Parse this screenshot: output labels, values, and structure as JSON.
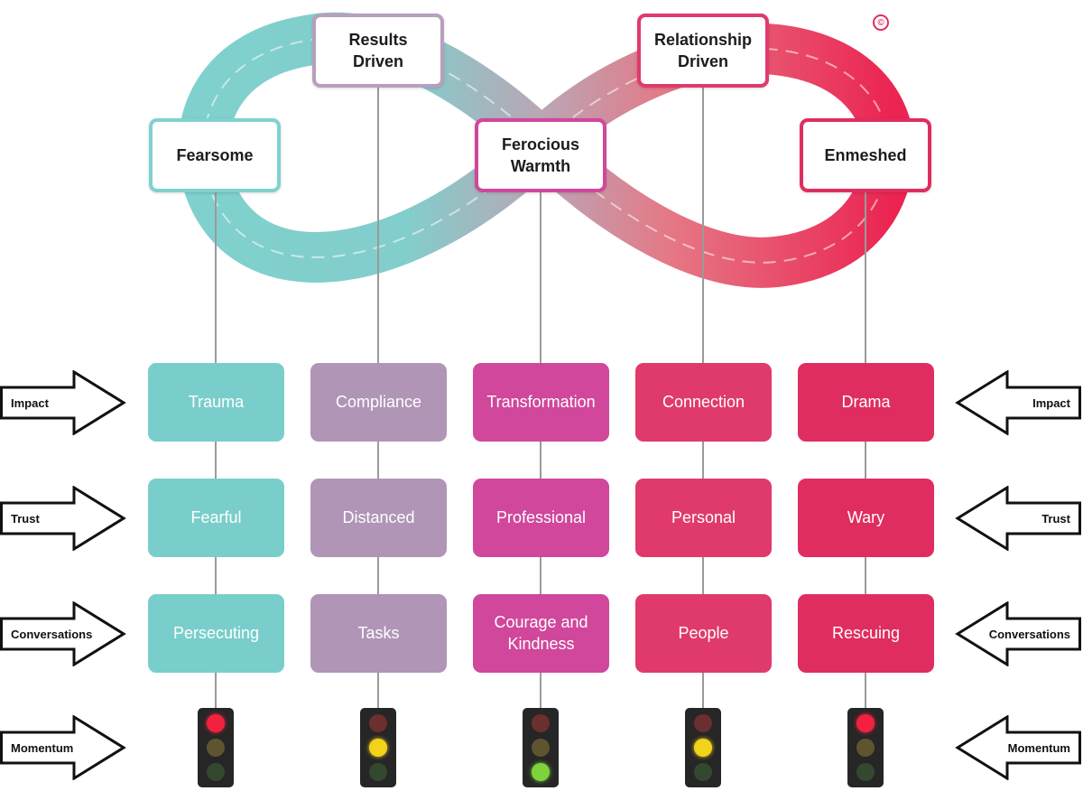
{
  "columns": [
    {
      "title": "Fearsome",
      "color": "#79cecb",
      "impact": "Trauma",
      "trust": "Fearful",
      "conversations": "Persecuting",
      "light": "red"
    },
    {
      "title": "Results\nDriven",
      "color": "#b095b7",
      "impact": "Compliance",
      "trust": "Distanced",
      "conversations": "Tasks",
      "light": "amber"
    },
    {
      "title": "Ferocious\nWarmth",
      "color": "#d0479c",
      "impact": "Transformation",
      "trust": "Professional",
      "conversations": "Courage and\nKindness",
      "light": "green"
    },
    {
      "title": "Relationship\nDriven",
      "color": "#e03a6c",
      "impact": "Connection",
      "trust": "Personal",
      "conversations": "People",
      "light": "amber"
    },
    {
      "title": "Enmeshed",
      "color": "#e02d60",
      "impact": "Drama",
      "trust": "Wary",
      "conversations": "Rescuing",
      "light": "red"
    }
  ],
  "rows": {
    "impact": "Impact",
    "trust": "Trust",
    "conversations": "Conversations",
    "momentum": "Momentum"
  },
  "copyright_mark": "©",
  "colors": {
    "teal": "#79cecb",
    "lilac": "#b095b7",
    "magenta": "#d0479c",
    "red": "#e02d60",
    "light_on_red": "#f2213f",
    "light_on_amber": "#f3d21a",
    "light_on_green": "#7ed23b"
  }
}
